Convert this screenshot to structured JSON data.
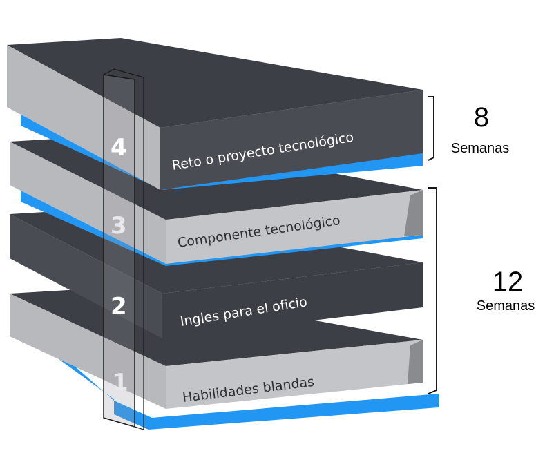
{
  "layers": [
    {
      "number": "4",
      "label": "Reto o proyecto tecnológico"
    },
    {
      "number": "3",
      "label": "Componente tecnológico"
    },
    {
      "number": "2",
      "label": "Ingles para el oficio"
    },
    {
      "number": "1",
      "label": "Habilidades blandas"
    }
  ],
  "durations": [
    {
      "value": "8",
      "unit": "Semanas"
    },
    {
      "value": "12",
      "unit": "Semanas"
    }
  ],
  "colors": {
    "top_dark": "#3d3f47",
    "side_front": "#4a4c54",
    "side_light": "#b8b9bc",
    "accent_blue": "#2196f3",
    "bracket": "#1a1a1a"
  }
}
